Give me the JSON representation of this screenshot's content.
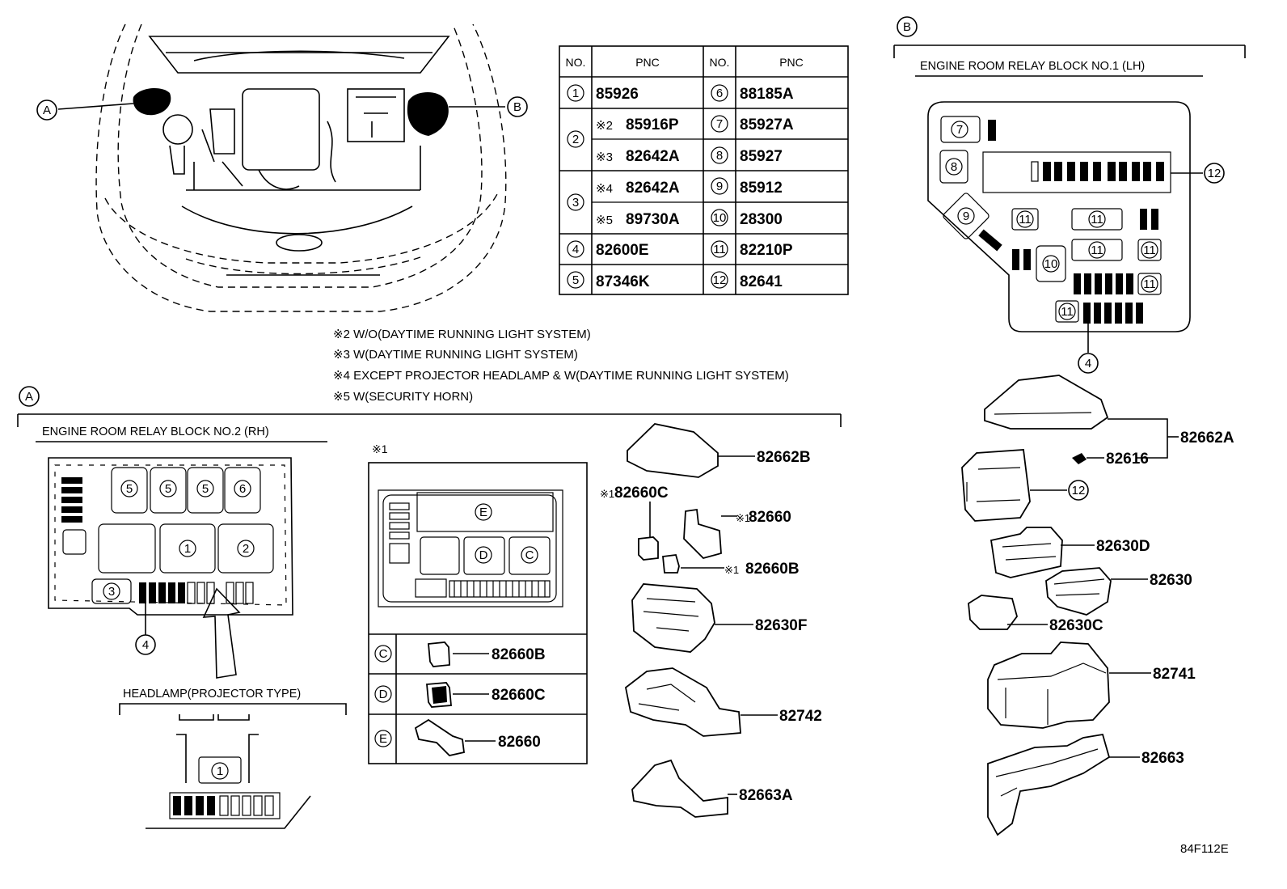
{
  "callouts": {
    "a": "A",
    "b": "B",
    "c": "C",
    "d": "D",
    "e": "E",
    "n1": "1",
    "n2": "2",
    "n3": "3",
    "n4": "4",
    "n5": "5",
    "n6": "6",
    "n7": "7",
    "n8": "8",
    "n9": "9",
    "n10": "10",
    "n11": "11",
    "n12": "12"
  },
  "pnc_table": {
    "headers": [
      "NO.",
      "PNC",
      "NO.",
      "PNC"
    ],
    "left": [
      {
        "no": "1",
        "pnc": "85926"
      },
      {
        "no": "2",
        "mark": "※2",
        "pnc": "85916P"
      },
      {
        "no": "",
        "mark": "※3",
        "pnc": "82642A"
      },
      {
        "no": "3",
        "mark": "※4",
        "pnc": "82642A"
      },
      {
        "no": "",
        "mark": "※5",
        "pnc": "89730A"
      },
      {
        "no": "4",
        "pnc": "82600E"
      },
      {
        "no": "5",
        "pnc": "87346K"
      }
    ],
    "right": [
      {
        "no": "6",
        "pnc": "88185A"
      },
      {
        "no": "7",
        "pnc": "85927A"
      },
      {
        "no": "8",
        "pnc": "85927"
      },
      {
        "no": "9",
        "pnc": "85912"
      },
      {
        "no": "10",
        "pnc": "28300"
      },
      {
        "no": "11",
        "pnc": "82210P"
      },
      {
        "no": "12",
        "pnc": "82641"
      }
    ]
  },
  "notes": [
    "※2 W/O(DAYTIME RUNNING LIGHT SYSTEM)",
    "※3 W(DAYTIME RUNNING LIGHT SYSTEM)",
    "※4 EXCEPT PROJECTOR HEADLAMP & W(DAYTIME RUNNING LIGHT SYSTEM)",
    "※5 W(SECURITY HORN)"
  ],
  "section_a": {
    "title": "ENGINE ROOM RELAY BLOCK NO.2 (RH)",
    "headlamp_label": "HEADLAMP(PROJECTOR TYPE)",
    "inset_mark": "※1"
  },
  "section_b": {
    "title": "ENGINE ROOM RELAY BLOCK NO.1 (LH)"
  },
  "parts_a": {
    "p82660B_c": "82660B",
    "p82660C_d": "82660C",
    "p82660_e": "82660",
    "p82662B": "82662B",
    "p82660C": "82660C",
    "p82660C_mark": "※1",
    "p82660": "82660",
    "p82660_mark": "※1",
    "p82660B": "82660B",
    "p82660B_mark": "※1",
    "p82630F": "82630F",
    "p82742": "82742",
    "p82663A": "82663A"
  },
  "parts_b": {
    "p82662A": "82662A",
    "p82616": "82616",
    "p82630D": "82630D",
    "p82630": "82630",
    "p82630C": "82630C",
    "p82741": "82741",
    "p82663": "82663"
  },
  "figure_code": "84F112E"
}
